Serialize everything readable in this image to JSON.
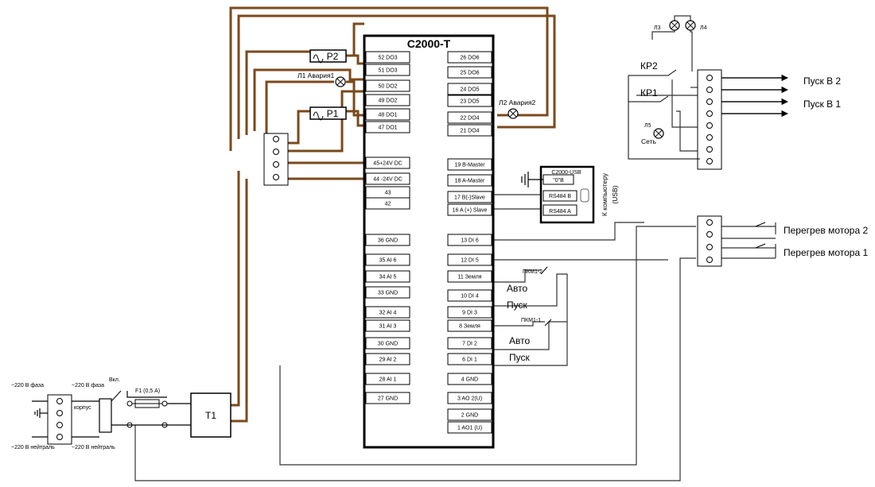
{
  "controller": {
    "title": "С2000-Т",
    "left_pins": [
      "52 DO3",
      "51 DO3",
      "50 DO2",
      "49 DO2",
      "48 DO1",
      "47 DO1",
      "45+24V DC",
      "44 -24V DC",
      "43",
      "42",
      "36 GND",
      "35 AI 6",
      "34 AI 5",
      "33 GND",
      "32 AI 4",
      "31 AI 3",
      "30 GND",
      "29 AI 2",
      "28 AI 1",
      "27 GND"
    ],
    "right_pins": [
      "26 DO6",
      "25 DO6",
      "24 DO5",
      "23 DO5",
      "22 DO4",
      "21 DO4",
      "19 B-Master",
      "18 A-Master",
      "17 B(-)Slave",
      "16 A (+) Slave",
      "13 DI 6",
      "12 DI 5",
      "11 Земля",
      "10 DI 4",
      "9 DI 3",
      "8 Земля",
      "7 DI 2",
      "6 DI 1",
      "4 GND",
      "3 AO 2(U)",
      "2 GND",
      "1 AO1 (U)"
    ]
  },
  "usb": {
    "title": "С2000-USB",
    "zero": "\"0\"В",
    "rs_b": "RS484 B",
    "rs_a": "RS484 A",
    "caption_line1": "К компьютеру",
    "caption_line2": "(USB)"
  },
  "relays": {
    "p1": "Р1",
    "p2": "Р2"
  },
  "lamps": {
    "l1": "Л1 Авария1",
    "l2": "Л2 Авария2",
    "l3": "Л3",
    "l4": "Л4",
    "l5": "Л5",
    "l5_sub": "Сеть"
  },
  "outputs": {
    "kr1": "КР1",
    "kr2": "КР2",
    "start_b1": "Пуск В 1",
    "start_b2": "Пуск В 2"
  },
  "sensors": {
    "overheat1": "Перегрев мотора 1",
    "overheat2": "Перегрев мотора 2"
  },
  "switches": {
    "pkm1_1": "ПКМ1-1",
    "pkm1_2": "ПКМ1-2",
    "auto": "Авто",
    "start": "Пуск"
  },
  "power": {
    "phase_in": "~220 В фаза",
    "neutral_in": "~220 В нейтраль",
    "phase_out": "~220 В фаза",
    "neutral_out": "~220 В нейтраль",
    "case": "корпус",
    "on": "Вкл.",
    "fuse": "F1 (0,5 А)",
    "transformer": "T1"
  },
  "colors": {
    "wire_brown": "#7A4A1C",
    "wire_dark": "#333333"
  }
}
